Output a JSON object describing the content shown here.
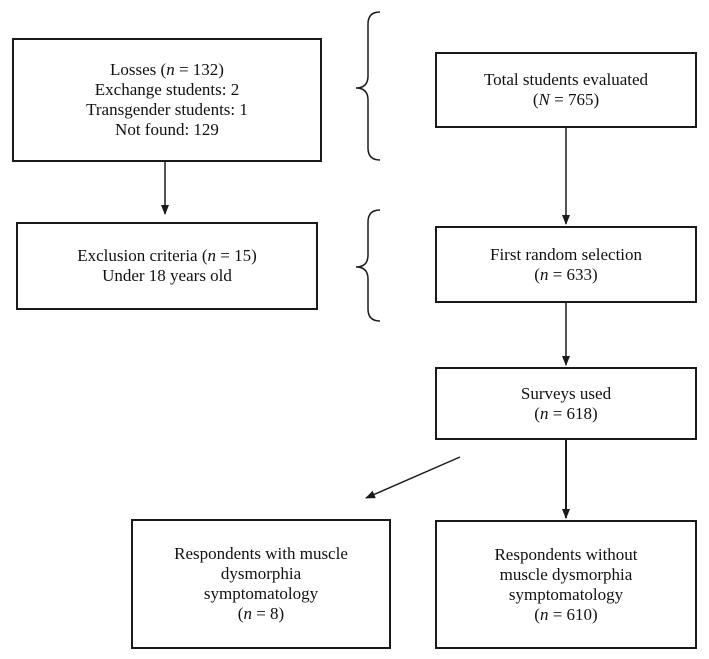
{
  "flowchart": {
    "losses": {
      "line1_pre": "Losses (",
      "line1_var": "n",
      "line1_post": " = 132)",
      "line2": "Exchange students: 2",
      "line3": "Transgender students: 1",
      "line4": "Not found: 129"
    },
    "total": {
      "line1": "Total students evaluated",
      "line2_pre": "(",
      "line2_var": "N",
      "line2_post": " = 765)"
    },
    "exclusion": {
      "line1_pre": "Exclusion criteria (",
      "line1_var": "n",
      "line1_post": " = 15)",
      "line2": "Under 18 years old"
    },
    "first_selection": {
      "line1": "First random selection",
      "line2_pre": "(",
      "line2_var": "n",
      "line2_post": " = 633)"
    },
    "surveys": {
      "line1": "Surveys used",
      "line2_pre": "(",
      "line2_var": "n",
      "line2_post": " = 618)"
    },
    "with_md": {
      "line1": "Respondents with muscle",
      "line2": "dysmorphia",
      "line3": "symptomatology",
      "line4_pre": "(",
      "line4_var": "n",
      "line4_post": " = 8)"
    },
    "without_md": {
      "line1": "Respondents without",
      "line2": "muscle dysmorphia",
      "line3": "symptomatology",
      "line4_pre": "(",
      "line4_var": "n",
      "line4_post": " = 610)"
    }
  }
}
